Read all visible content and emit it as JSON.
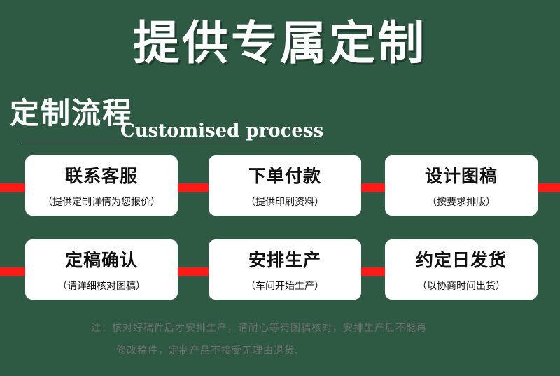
{
  "header": {
    "title": "提供专属定制"
  },
  "section": {
    "title": "定制流程",
    "subtitle": "Customised process"
  },
  "steps": [
    {
      "title": "联系客服",
      "note": "（提供定制详情为您报价）"
    },
    {
      "title": "下单付款",
      "note": "（提供印刷资料）"
    },
    {
      "title": "设计图稿",
      "note": "（按要求排版）"
    },
    {
      "title": "定稿确认",
      "note": "（请详细核对图稿）"
    },
    {
      "title": "安排生产",
      "note": "（车间开始生产）"
    },
    {
      "title": "约定日发货",
      "note": "（以协商时间出货）"
    }
  ],
  "footer_note": {
    "line1": "注：核对好稿件后才安排生产，请耐心等待图稿核对，安排生产后不能再",
    "line2": "修改稿件，定制产品不接受无理由退货."
  },
  "colors": {
    "background": "#2e5a43",
    "card": "#ffffff",
    "connector": "#ff1a1a",
    "note_text": "#6f6f6f"
  }
}
